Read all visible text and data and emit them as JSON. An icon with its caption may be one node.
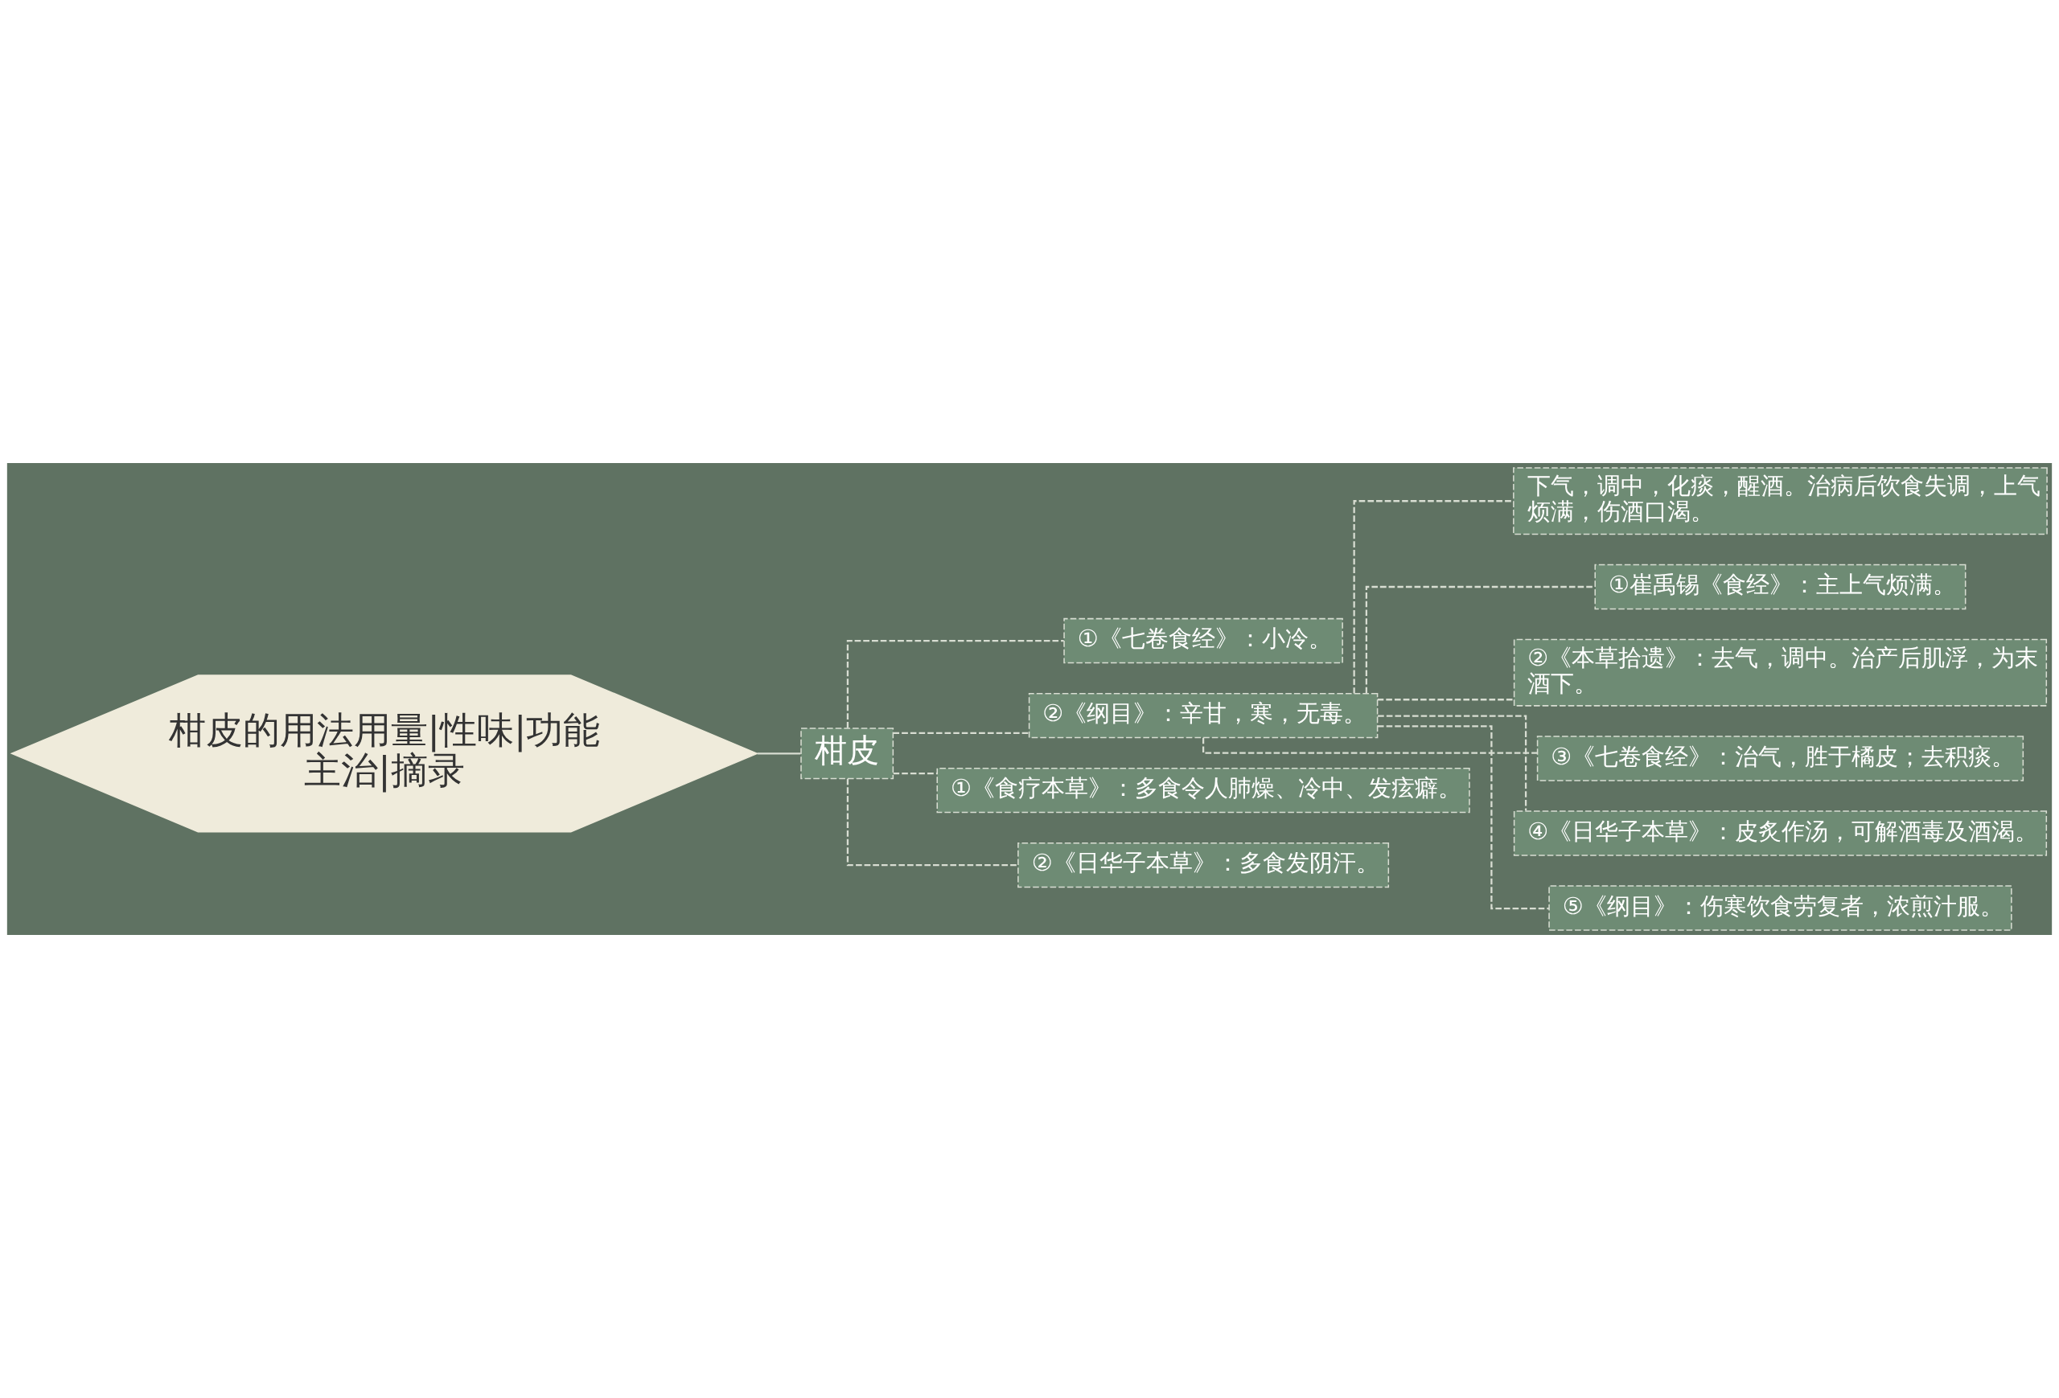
{
  "diagram": {
    "nodes": [
      {
        "text": [
          "柑皮的用法用量|性味|功能主治|摘录"
        ]
      },
      {
        "text": [
          "柑皮"
        ]
      },
      {
        "text": [
          "①《七卷食经》：小冷。"
        ]
      },
      {
        "text": [
          "②《纲目》：辛甘，寒，无毒。"
        ]
      },
      {
        "text": [
          "下气，调中，化痰，醒酒。治病后饮食失调，上气烦满，伤酒口渴。"
        ]
      },
      {
        "text": [
          "①崔禹锡《食经》：主上气烦满。"
        ]
      },
      {
        "text": [
          "②《本草拾遗》：去气，调中。治产后肌浮，为末酒下。"
        ]
      },
      {
        "text": [
          "③《七卷食经》：治气，胜于橘皮；去积痰。"
        ]
      },
      {
        "text": [
          "④《日华子本草》：皮炙作汤，可解酒毒及酒渴。"
        ]
      },
      {
        "text": [
          "⑤《纲目》：伤寒饮食劳复者，浓煎汁服。"
        ]
      },
      {
        "text": [
          "①《食疗本草》：多食令人肺燥、冷中、发痃癖。"
        ]
      },
      {
        "text": [
          "②《日华子本草》：多食发阴汗。"
        ]
      }
    ],
    "edges": [
      {
        "from": 0,
        "to": 1,
        "arrow": "none"
      },
      {
        "from": 1,
        "to": 2,
        "arrow": "none",
        "style": "dashed"
      },
      {
        "from": 1,
        "to": 3,
        "arrow": "none",
        "style": "dashed"
      },
      {
        "from": 3,
        "to": 4,
        "arrow": "none",
        "style": "dashed"
      },
      {
        "from": 3,
        "to": 5,
        "arrow": "none",
        "style": "dashed"
      },
      {
        "from": 3,
        "to": 6,
        "arrow": "none",
        "style": "dashed"
      },
      {
        "from": 3,
        "to": 7,
        "arrow": "none",
        "style": "dashed"
      },
      {
        "from": 3,
        "to": 8,
        "arrow": "none",
        "style": "dashed"
      },
      {
        "from": 3,
        "to": 9,
        "arrow": "none",
        "style": "dashed"
      },
      {
        "from": 1,
        "to": 10,
        "arrow": "none",
        "style": "dashed"
      },
      {
        "from": 1,
        "to": 11,
        "arrow": "none",
        "style": "dashed"
      }
    ]
  }
}
